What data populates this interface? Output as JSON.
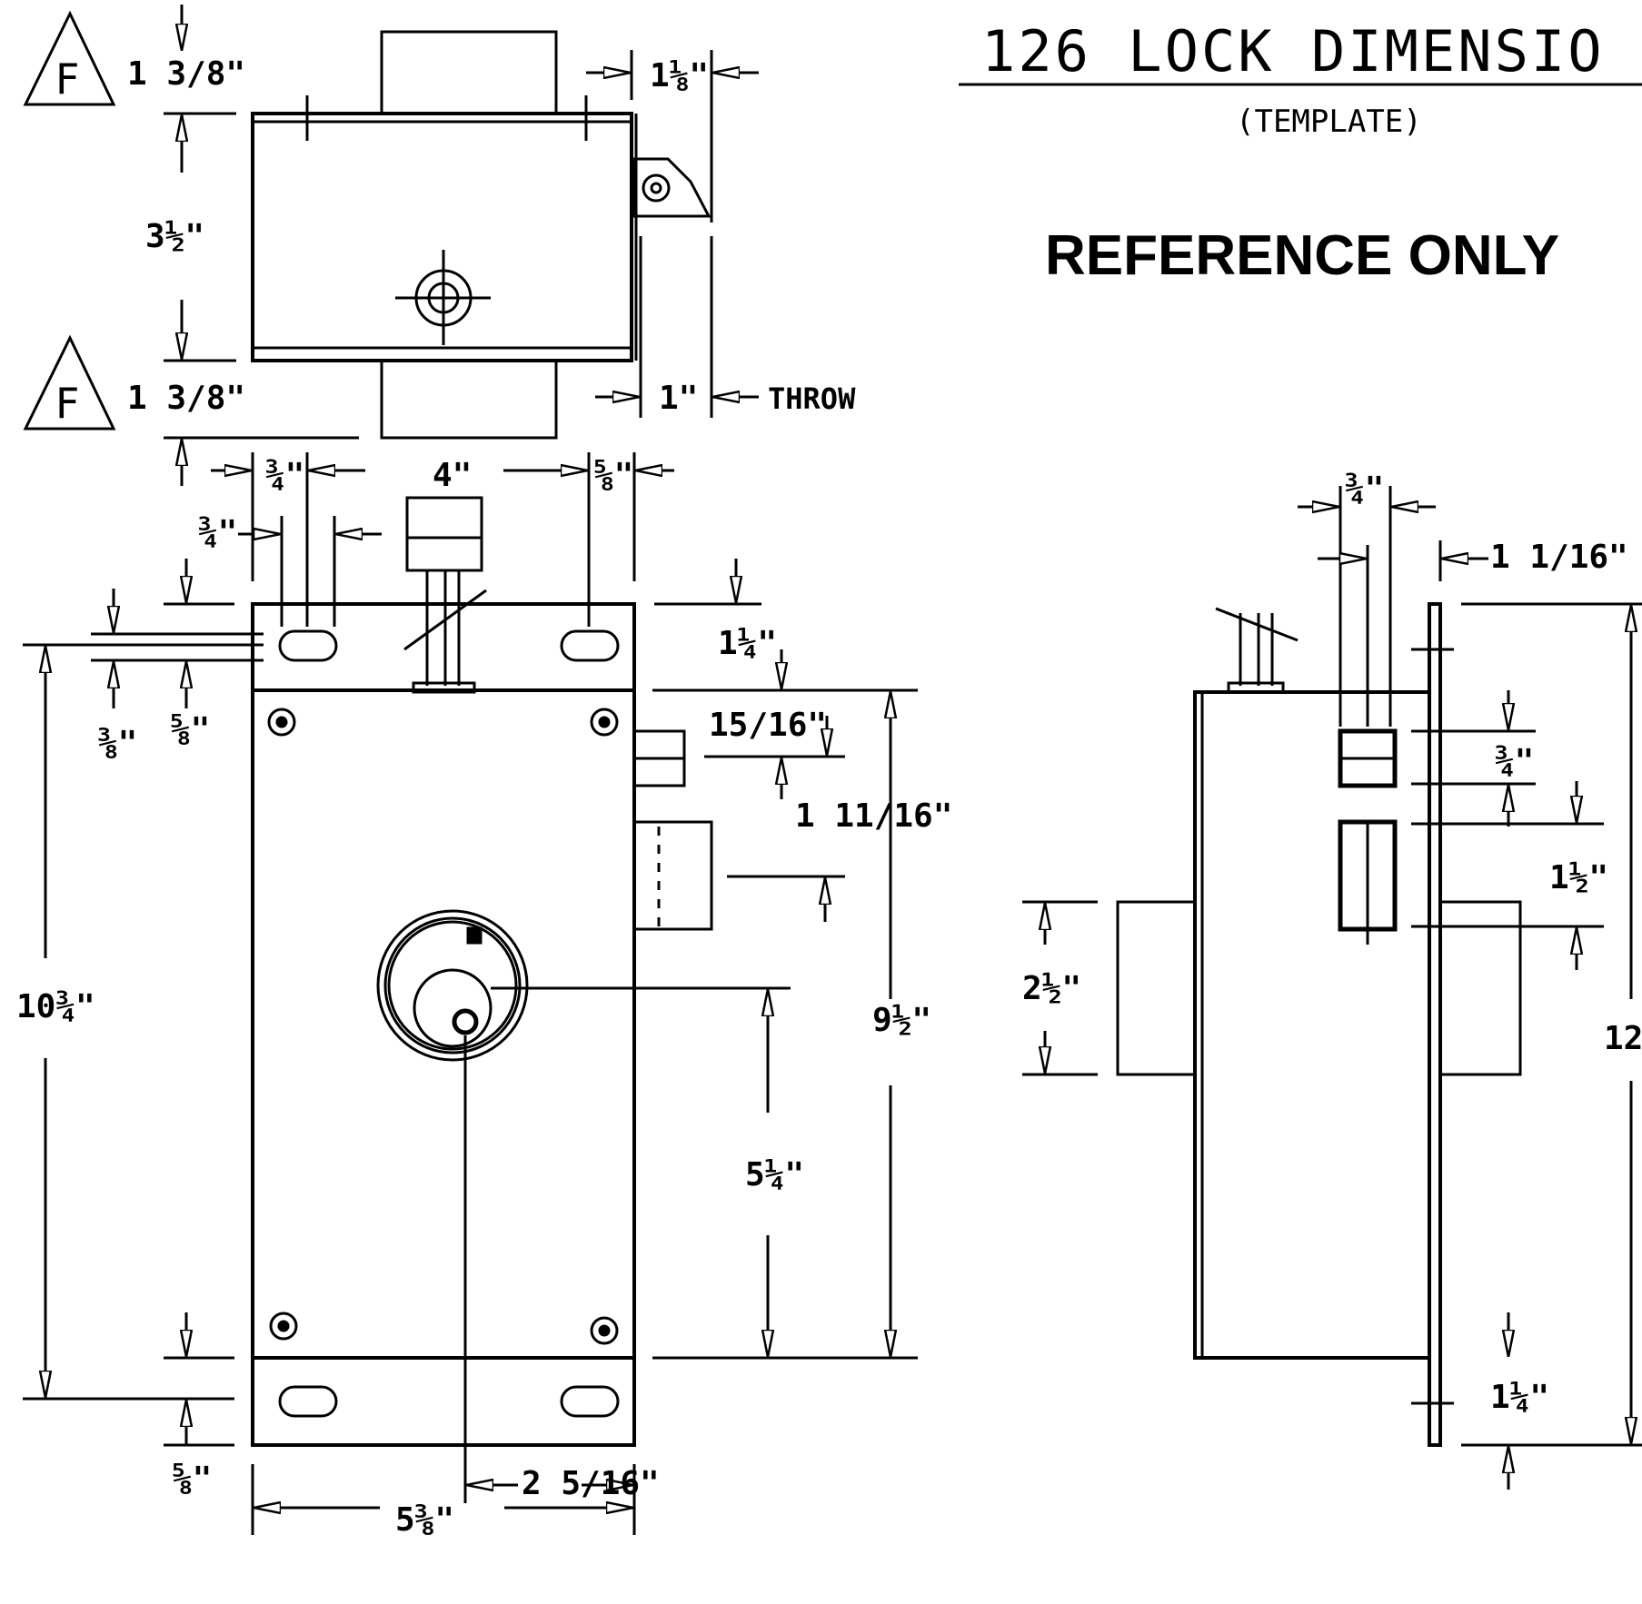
{
  "title": "126 LOCK DIMENSIO",
  "subtitle": "(TEMPLATE)",
  "reference": "REFERENCE ONLY",
  "fire_symbol": "F",
  "top_view": {
    "dim_top": "1 3/8\"",
    "dim_bottom": "1 3/8\"",
    "dim_height": "3½\"",
    "dim_side": "1⅛\"",
    "dim_throw": "1\"",
    "throw_label": "THROW"
  },
  "front_view": {
    "dim_three_quarter_a": "¾\"",
    "dim_three_quarter_b": "¾\"",
    "dim_four": "4\"",
    "dim_five_eighth_top": "⅝\"",
    "dim_three_eighth": "⅜\"",
    "dim_five_eighth_left": "⅝\"",
    "dim_one_quarter_top": "1¼\"",
    "dim_fifteen_sixteenth": "15/16\"",
    "dim_one_eleven_sixteenth": "1 11/16\"",
    "dim_total_height": "10¾\"",
    "dim_case_height": "9½\"",
    "dim_five_quarter": "5¼\"",
    "dim_five_eighth_bottom": "⅝\"",
    "dim_backset": "2 5/16\"",
    "dim_width": "5⅜\""
  },
  "side_view": {
    "dim_three_quarter_top": "¾\"",
    "dim_one_sixteenth": "1 1/16\"",
    "dim_three_quarter_right": "¾\"",
    "dim_one_half": "1½\"",
    "dim_two_half": "2½\"",
    "dim_twelve": "12",
    "dim_one_quarter_bottom": "1¼\""
  }
}
